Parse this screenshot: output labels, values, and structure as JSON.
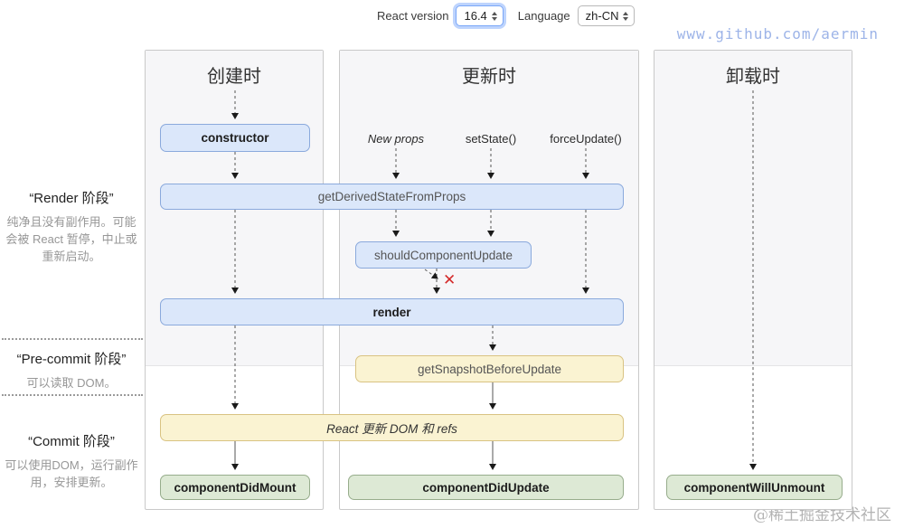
{
  "toolbar": {
    "react_version_label": "React version",
    "react_version_value": "16.4",
    "language_label": "Language",
    "language_value": "zh-CN"
  },
  "watermark_top": "www.github.com/aermin",
  "watermark_bottom": "@稀土掘金技术社区",
  "sidebar": {
    "phases": [
      {
        "title": "“Render 阶段”",
        "desc": "纯净且没有副作用。可能会被 React 暂停，中止或重新启动。"
      },
      {
        "title": "“Pre-commit 阶段”",
        "desc": "可以读取 DOM。"
      },
      {
        "title": "“Commit 阶段”",
        "desc": "可以使用DOM，运行副作用，安排更新。"
      }
    ]
  },
  "columns": {
    "mounting": "创建时",
    "updating": "更新时",
    "unmounting": "卸载时"
  },
  "triggers": {
    "new_props": "New props",
    "set_state": "setState()",
    "force_update": "forceUpdate()"
  },
  "nodes": {
    "constructor": "constructor",
    "get_derived_state_from_props": "getDerivedStateFromProps",
    "should_component_update": "shouldComponentUpdate",
    "render": "render",
    "get_snapshot_before_update": "getSnapshotBeforeUpdate",
    "react_dom_update": "React 更新 DOM 和 refs",
    "component_did_mount": "componentDidMount",
    "component_did_update": "componentDidUpdate",
    "component_will_unmount": "componentWillUnmount"
  },
  "icons": {
    "reject_x": "✕"
  },
  "colors": {
    "node_blue_bg": "#dbe7fa",
    "node_blue_border": "#8aa9dc",
    "node_yellow_bg": "#faf3d2",
    "node_yellow_border": "#d9c382",
    "node_green_bg": "#dde9d5",
    "node_green_border": "#97ad8c",
    "panel_gray": "#f6f6f8",
    "reject_x": "#d42a2a",
    "watermark_blue": "#9db4e8",
    "focus_ring": "#7aa7f8"
  }
}
